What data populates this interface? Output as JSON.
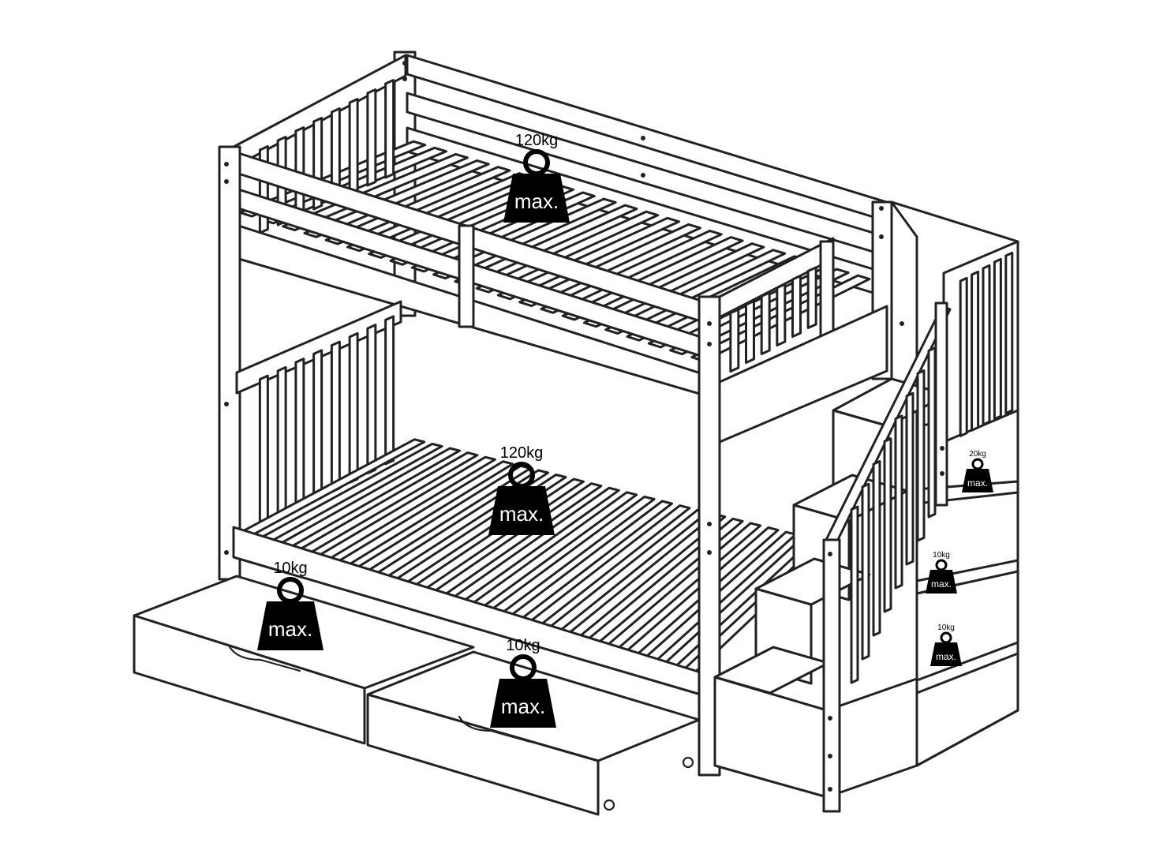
{
  "weights": [
    {
      "id": "top-bunk",
      "capacity": "120kg",
      "tag": "max."
    },
    {
      "id": "bottom-bunk",
      "capacity": "120kg",
      "tag": "max."
    },
    {
      "id": "drawer-left",
      "capacity": "10kg",
      "tag": "max."
    },
    {
      "id": "drawer-right",
      "capacity": "10kg",
      "tag": "max."
    },
    {
      "id": "shelf-top",
      "capacity": "20kg",
      "tag": "max."
    },
    {
      "id": "shelf-middle",
      "capacity": "10kg",
      "tag": "max."
    },
    {
      "id": "shelf-bottom",
      "capacity": "10kg",
      "tag": "max."
    }
  ]
}
